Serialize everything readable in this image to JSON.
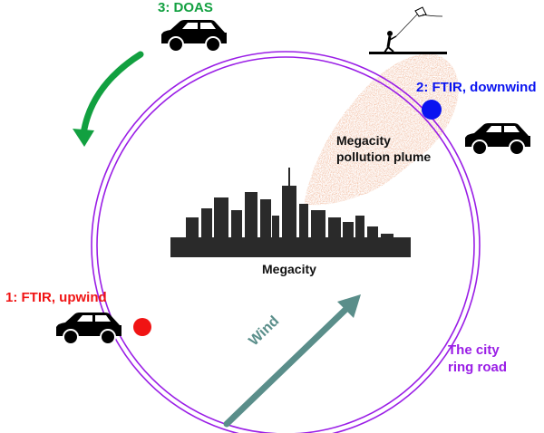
{
  "labels": {
    "doas": "3: DOAS",
    "ftir_downwind": "2: FTIR, downwind",
    "ftir_upwind": "1: FTIR, upwind",
    "plume": [
      "Megacity",
      "pollution plume"
    ],
    "megacity": "Megacity",
    "wind": "Wind",
    "ring_road": [
      "The city",
      "ring road"
    ]
  },
  "colors": {
    "doas": "#12a040",
    "ftir_downwind": "#0a14f0",
    "ftir_upwind": "#f01414",
    "ring_road": "#9a1ee6",
    "wind": "#5a8e8a",
    "plume": "#e0805a"
  }
}
